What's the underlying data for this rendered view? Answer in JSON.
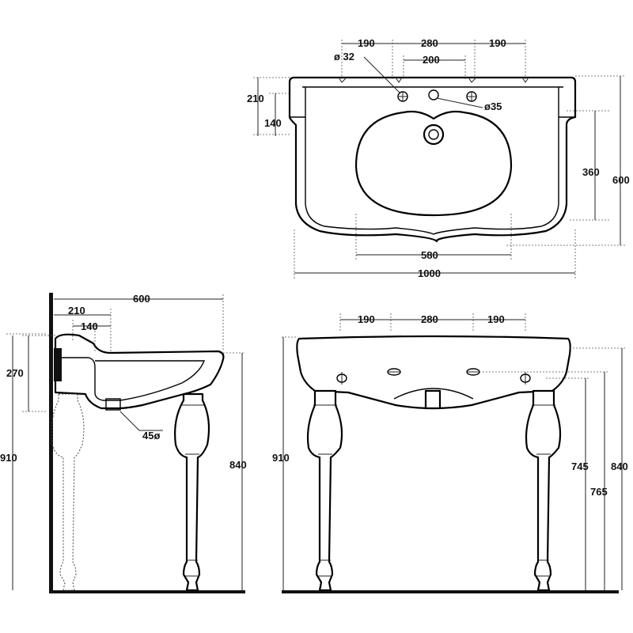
{
  "top_view": {
    "width_total": "1000",
    "depth_total": "600",
    "tap_spacing_left": "190",
    "tap_spacing_center": "280",
    "tap_spacing_right": "190",
    "inner_tap_spacing": "200",
    "hole_diameter_tap": "ø 32",
    "hole_diameter_center": "ø35",
    "bowl_width": "580",
    "bowl_depth": "360",
    "back_rim_depth": "210",
    "back_rim_inner": "140"
  },
  "side_view": {
    "depth": "600",
    "back_rim_depth": "210",
    "back_rim_inner": "140",
    "basin_height": "270",
    "drain_diameter": "45ø",
    "total_height": "910",
    "leg_height": "840"
  },
  "front_view": {
    "tap_spacing_left": "190",
    "tap_spacing_center": "280",
    "tap_spacing_right": "190",
    "total_height": "910",
    "height_745": "745",
    "height_765": "765",
    "height_840": "840"
  }
}
